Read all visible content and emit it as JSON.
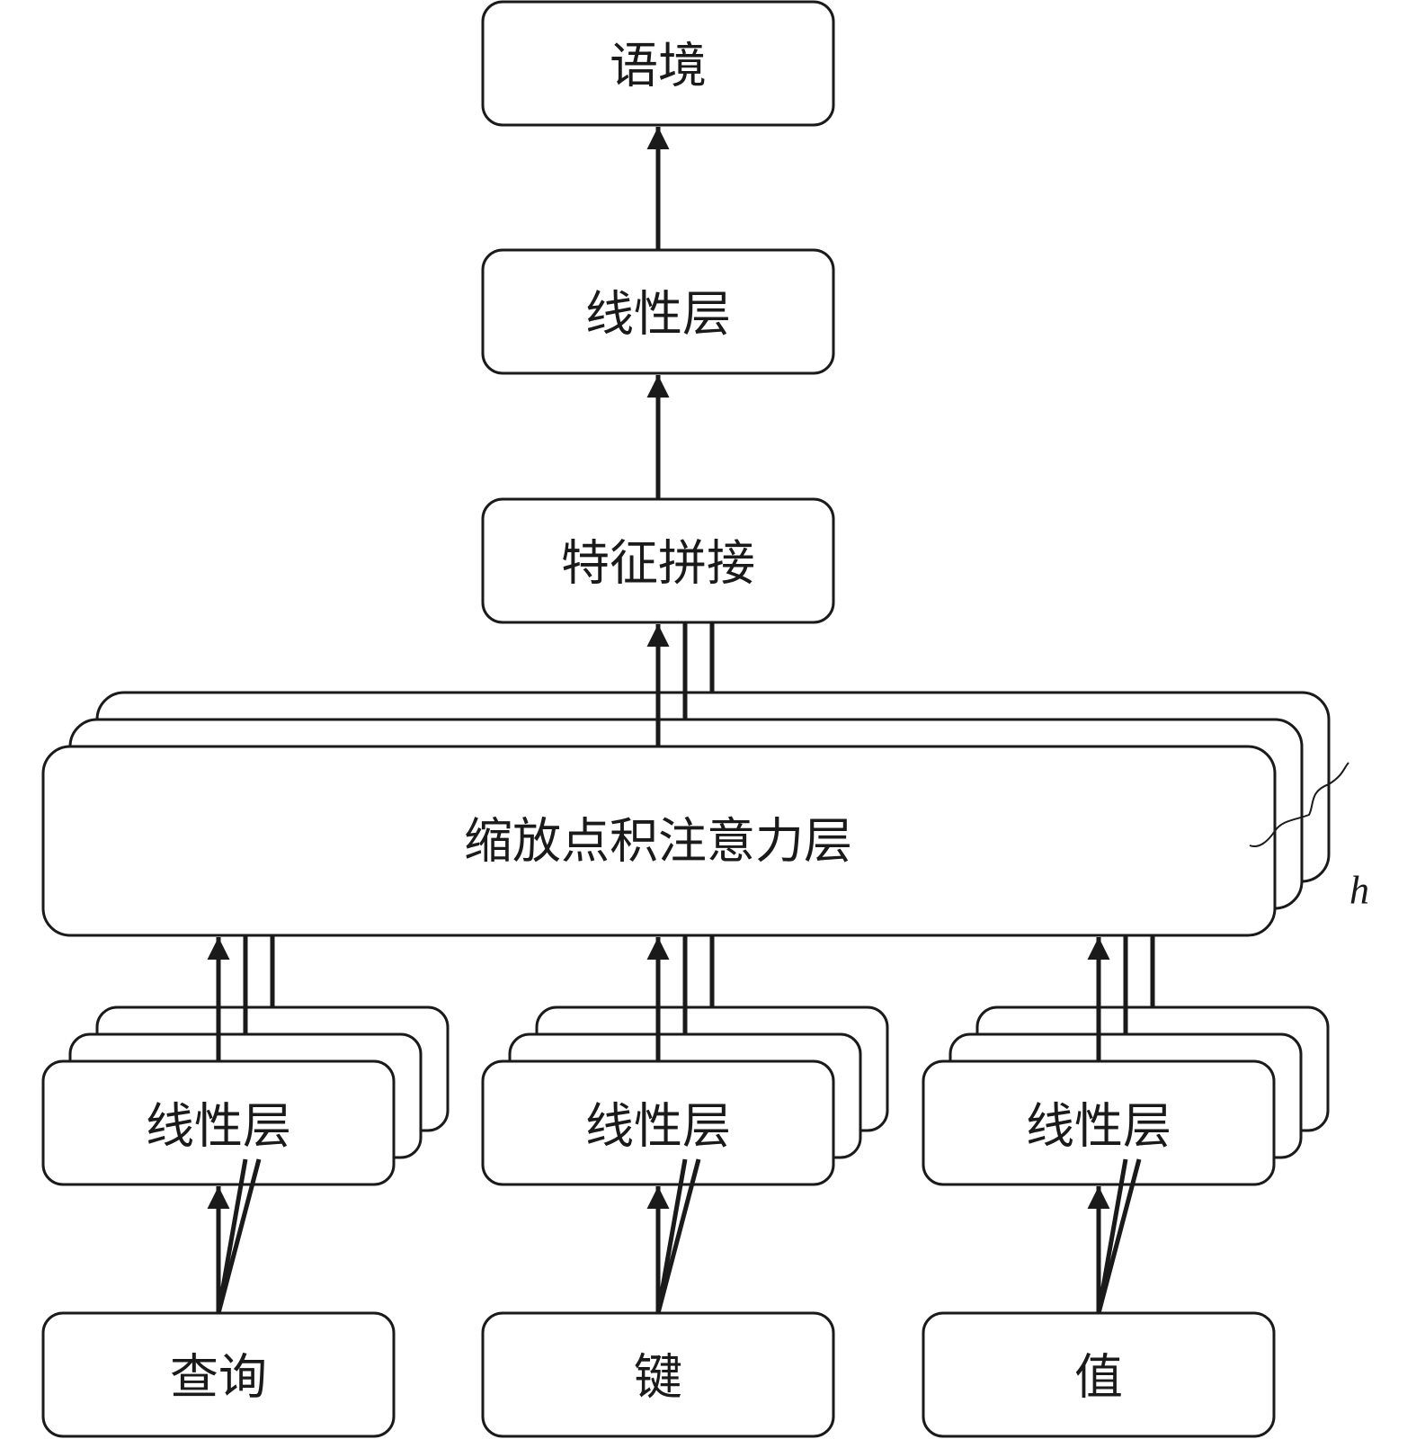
{
  "diagram": {
    "context_label": "语境",
    "linear_top_label": "线性层",
    "concat_label": "特征拼接",
    "attention_label": "缩放点积注意力层",
    "heads_label": "h",
    "linear_query_label": "线性层",
    "linear_key_label": "线性层",
    "linear_value_label": "线性层",
    "query_label": "查询",
    "key_label": "键",
    "value_label": "值"
  }
}
